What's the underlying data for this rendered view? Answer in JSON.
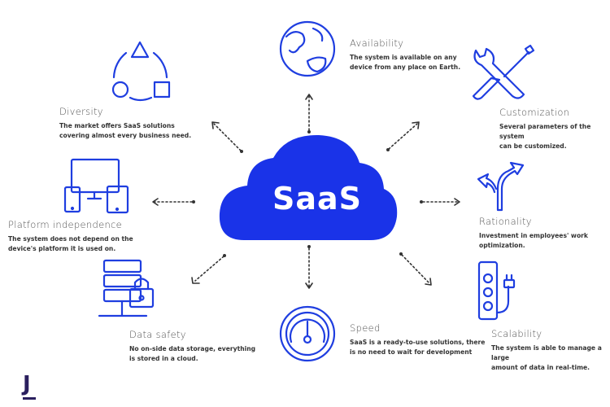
{
  "center": {
    "label": "SaaS"
  },
  "brand_color": "#1f3ee0",
  "logo": {
    "letter": "J"
  },
  "features": {
    "diversity": {
      "title": "Diversity",
      "desc1": "The market offers SaaS solutions",
      "desc2": "covering almost every business need."
    },
    "availability": {
      "title": "Availability",
      "desc1": "The system is available on any",
      "desc2": "device from any place on Earth."
    },
    "customization": {
      "title": "Customization",
      "desc1": "Several parameters of the system",
      "desc2": "can be customized."
    },
    "platform": {
      "title": "Platform independence",
      "desc1": "The system does not depend on the",
      "desc2": "device's platform it is used on."
    },
    "rationality": {
      "title": "Rationality",
      "desc1": "Investment in employees' work",
      "desc2": "optimization."
    },
    "data_safety": {
      "title": "Data safety",
      "desc1": "No on-side data storage, everything",
      "desc2": "is stored in a cloud."
    },
    "speed": {
      "title": "Speed",
      "desc1": "SaaS is a ready-to-use solutions, there",
      "desc2": "is no need to wait for development"
    },
    "scalability": {
      "title": "Scalability",
      "desc1": "The system is able to manage a large",
      "desc2": "amount of data in real-time."
    }
  }
}
